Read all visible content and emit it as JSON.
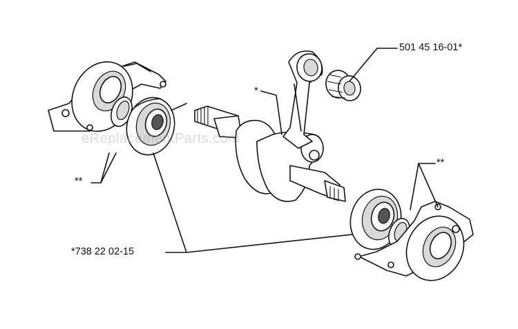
{
  "labels": {
    "needle_bearing": "501 45 16-01*",
    "connecting_rod_marker": "*",
    "left_holder_marker": "**",
    "right_holder_marker": "**",
    "main_bearing": "*738 22 02-15"
  },
  "watermark": "eReplacementParts.com"
}
